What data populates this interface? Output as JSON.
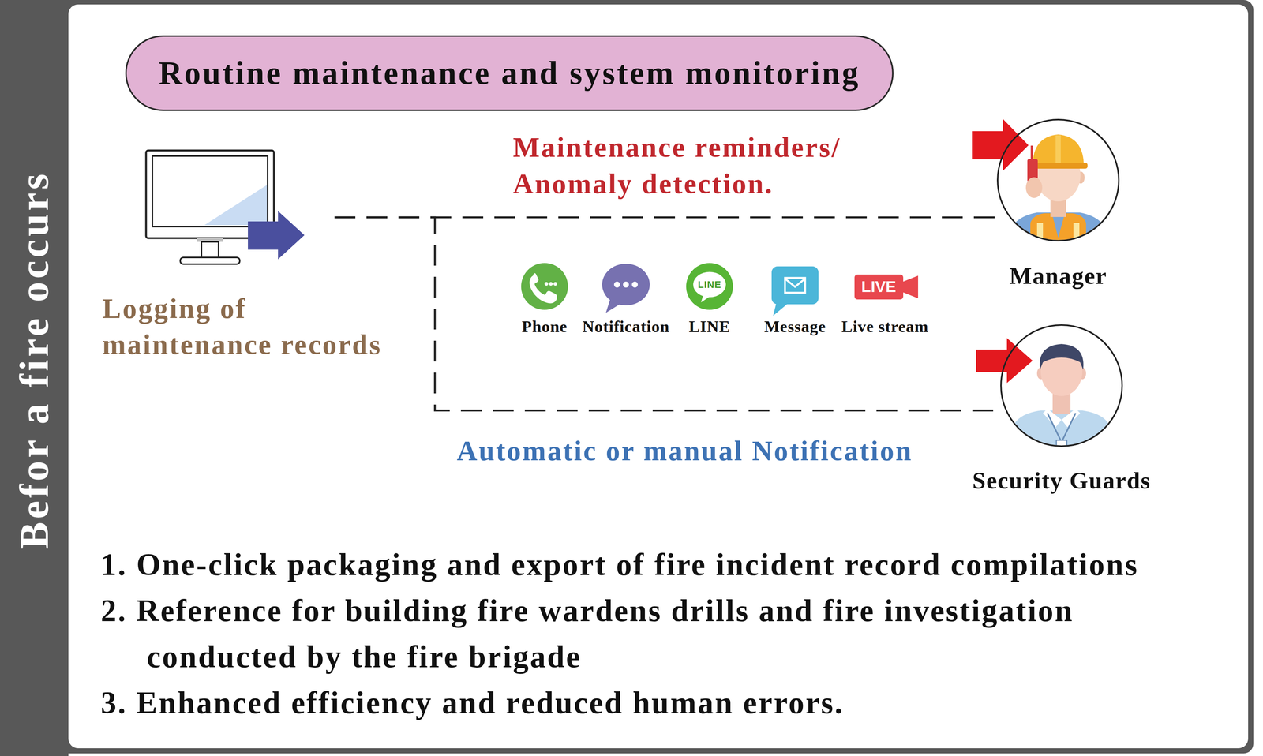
{
  "diagram": {
    "nodes": [
      {
        "text": [
          "Befor a fire occurs"
        ]
      },
      {
        "text": [
          "Routine maintenance and system monitoring"
        ]
      },
      {
        "text": [
          "Logging of maintenance records"
        ]
      },
      {
        "text": [
          "Manager"
        ]
      },
      {
        "text": [
          "Security Guards"
        ]
      }
    ],
    "edges": [
      {
        "from": 2,
        "to": 3,
        "arrow": "none",
        "label": "Maintenance reminders/ Anomaly detection."
      },
      {
        "from": 2,
        "to": 4,
        "arrow": "none",
        "label": "Automatic or manual Notification"
      }
    ],
    "labels": [
      "Phone",
      "Notification",
      "LINE",
      "LINE",
      "Message",
      "LIVE",
      "Live stream",
      "1. One-click packaging and export of fire incident record compilations",
      "2. Reference for building fire wardens drills and fire investigation conducted by the fire brigade",
      "3. Enhanced efficiency and reduced human errors."
    ]
  }
}
